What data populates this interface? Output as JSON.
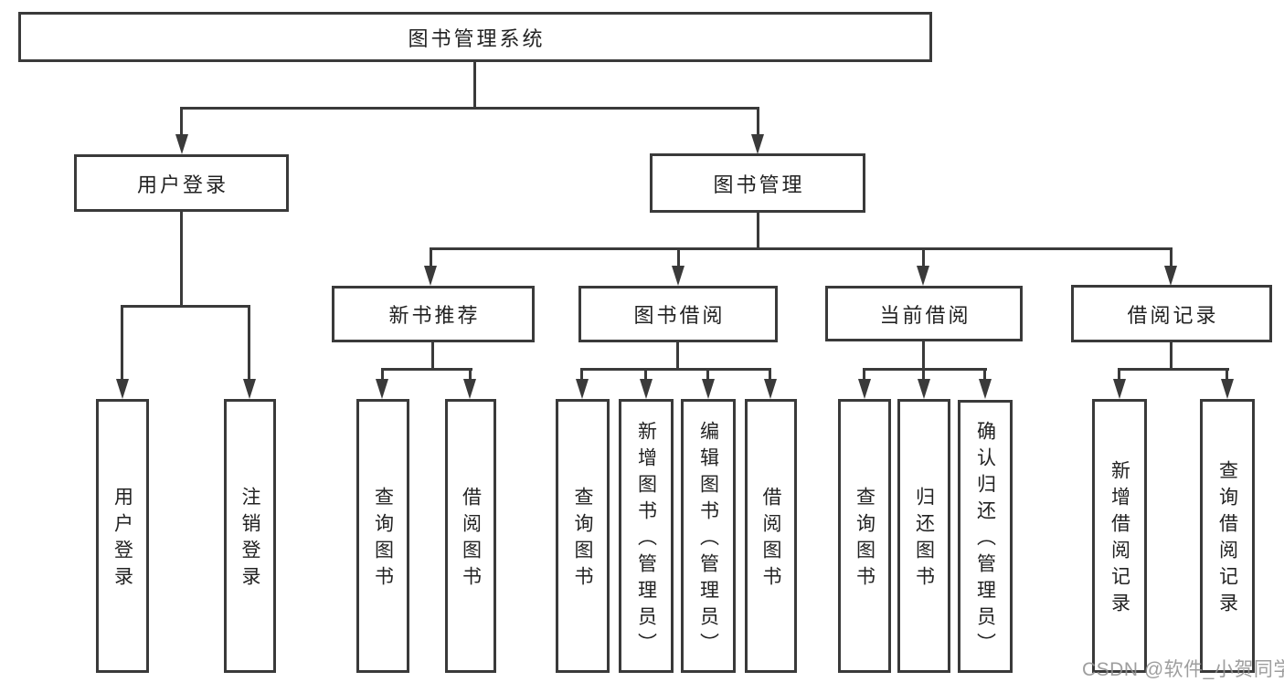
{
  "diagram_title": "图书管理系统",
  "nodes": {
    "root": {
      "label": "图书管理系统"
    },
    "user_login": {
      "label": "用户登录"
    },
    "book_mgmt": {
      "label": "图书管理"
    },
    "new_book_rec": {
      "label": "新书推荐"
    },
    "book_borrow": {
      "label": "图书借阅"
    },
    "current_borrow": {
      "label": "当前借阅"
    },
    "borrow_record": {
      "label": "借阅记录"
    },
    "leaf_user_login": {
      "label": "用户登录"
    },
    "leaf_logout": {
      "label": "注销登录"
    },
    "leaf_nb_query": {
      "label": "查询图书"
    },
    "leaf_nb_borrow": {
      "label": "借阅图书"
    },
    "leaf_bb_query": {
      "label": "查询图书"
    },
    "leaf_bb_add": {
      "label": "新增图书（管理员）"
    },
    "leaf_bb_edit": {
      "label": "编辑图书（管理员）"
    },
    "leaf_bb_borrow": {
      "label": "借阅图书"
    },
    "leaf_cb_query": {
      "label": "查询图书"
    },
    "leaf_cb_return": {
      "label": "归还图书"
    },
    "leaf_cb_confirm": {
      "label": "确认归还（管理员）"
    },
    "leaf_br_add": {
      "label": "新增借阅记录"
    },
    "leaf_br_query": {
      "label": "查询借阅记录"
    }
  },
  "edges": [
    [
      "图书管理系统",
      "用户登录"
    ],
    [
      "图书管理系统",
      "图书管理"
    ],
    [
      "用户登录",
      "用户登录(叶)"
    ],
    [
      "用户登录",
      "注销登录"
    ],
    [
      "图书管理",
      "新书推荐"
    ],
    [
      "图书管理",
      "图书借阅"
    ],
    [
      "图书管理",
      "当前借阅"
    ],
    [
      "图书管理",
      "借阅记录"
    ],
    [
      "新书推荐",
      "查询图书"
    ],
    [
      "新书推荐",
      "借阅图书"
    ],
    [
      "图书借阅",
      "查询图书"
    ],
    [
      "图书借阅",
      "新增图书（管理员）"
    ],
    [
      "图书借阅",
      "编辑图书（管理员）"
    ],
    [
      "图书借阅",
      "借阅图书"
    ],
    [
      "当前借阅",
      "查询图书"
    ],
    [
      "当前借阅",
      "归还图书"
    ],
    [
      "当前借阅",
      "确认归还（管理员）"
    ],
    [
      "借阅记录",
      "新增借阅记录"
    ],
    [
      "借阅记录",
      "查询借阅记录"
    ]
  ],
  "watermark": {
    "text": "CSDN @软件_小贺同学"
  },
  "colors": {
    "line": "#3a3a3a",
    "border": "#3a3a3a",
    "text": "#222222",
    "background": "#ffffff",
    "watermark": "#919191"
  }
}
